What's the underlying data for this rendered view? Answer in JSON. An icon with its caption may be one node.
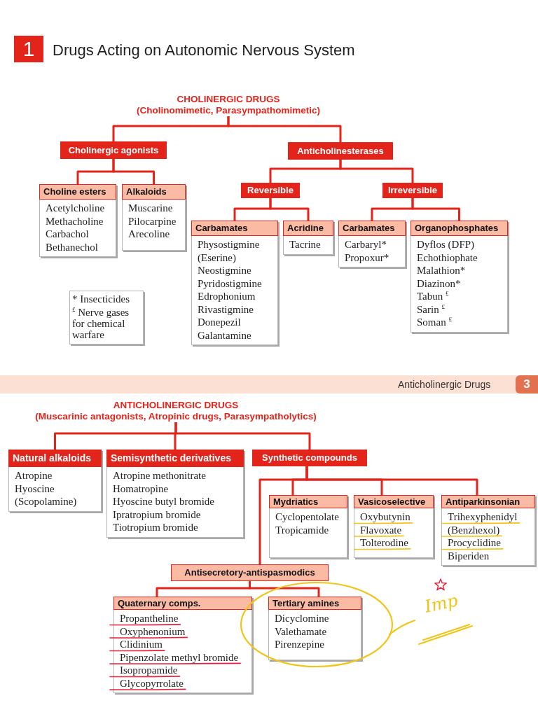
{
  "diagram": {
    "title": "Drugs Acting on Autonomic Nervous System",
    "nodes": [
      {
        "text": [
          "CHOLINERGIC DRUGS",
          "(Cholinomimetic, Parasympathomimetic)"
        ]
      },
      {
        "text": [
          "Cholinergic agonists"
        ]
      },
      {
        "text": [
          "Anticholinesterases"
        ]
      },
      {
        "text": [
          "Choline esters",
          "Acetylcholine",
          "Methacholine",
          "Carbachol",
          "Bethanechol"
        ]
      },
      {
        "text": [
          "Alkaloids",
          "Muscarine",
          "Pilocarpine",
          "Arecoline"
        ]
      },
      {
        "text": [
          "Reversible"
        ]
      },
      {
        "text": [
          "Irreversible"
        ]
      },
      {
        "text": [
          "Carbamates",
          "Physostigmine",
          "(Eserine)",
          "Neostigmine",
          "Pyridostigmine",
          "Edrophonium",
          "Rivastigmine",
          "Donepezil",
          "Galantamine"
        ]
      },
      {
        "text": [
          "Acridine",
          "Tacrine"
        ]
      },
      {
        "text": [
          "Carbamates",
          "Carbaryl*",
          "Propoxur*"
        ]
      },
      {
        "text": [
          "Organophosphates",
          "Dyflos (DFP)",
          "Echothiophate",
          "Malathion*",
          "Diazinon*",
          "Tabun $^{£}$",
          "Sarin $^{£}$",
          "Soman $^{£}$"
        ]
      },
      {
        "text": [
          "* Insecticides",
          "$^{£}$ Nerve gases for chemical warfare"
        ]
      },
      {
        "text": [
          "ANTICHOLINERGIC DRUGS",
          "(Muscarinic antagonists, Atropinic drugs, Parasympatholytics)"
        ]
      },
      {
        "text": [
          "Natural alkaloids",
          "Atropine",
          "Hyoscine",
          "(Scopolamine)"
        ]
      },
      {
        "text": [
          "Semisynthetic derivatives",
          "Atropine methonitrate",
          "Homatropine",
          "Hyoscine butyl bromide",
          "Ipratropium bromide",
          "Tiotropium bromide"
        ]
      },
      {
        "text": [
          "Synthetic compounds"
        ]
      },
      {
        "text": [
          "Mydriatics",
          "Cyclopentolate",
          "Tropicamide"
        ]
      },
      {
        "text": [
          "Vasicoselective",
          "Oxybutynin",
          "Flavoxate",
          "Tolterodine"
        ]
      },
      {
        "text": [
          "Antiparkinsonian",
          "Trihexyphenidyl",
          "(Benzhexol)",
          "Procyclidine",
          "Biperiden"
        ]
      },
      {
        "text": [
          "Antisecretory-antispasmodics"
        ]
      },
      {
        "text": [
          "Quaternary comps.",
          "Propantheline",
          "Oxyphenonium",
          "Clidinium",
          "Pipenzolate methyl bromide",
          "Isopropamide",
          "Glycopyrrolate"
        ]
      },
      {
        "text": [
          "Tertiary amines",
          "Dicyclomine",
          "Valethamate",
          "Pirenzepine"
        ]
      }
    ],
    "edges": [
      {
        "from": 0,
        "to": 1,
        "arrow": "none"
      },
      {
        "from": 0,
        "to": 2,
        "arrow": "none"
      },
      {
        "from": 1,
        "to": 3,
        "arrow": "none"
      },
      {
        "from": 1,
        "to": 4,
        "arrow": "none"
      },
      {
        "from": 2,
        "to": 5,
        "arrow": "none"
      },
      {
        "from": 2,
        "to": 6,
        "arrow": "none"
      },
      {
        "from": 5,
        "to": 7,
        "arrow": "none"
      },
      {
        "from": 5,
        "to": 8,
        "arrow": "none"
      },
      {
        "from": 6,
        "to": 9,
        "arrow": "none"
      },
      {
        "from": 6,
        "to": 10,
        "arrow": "none"
      },
      {
        "from": 12,
        "to": 13,
        "arrow": "none"
      },
      {
        "from": 12,
        "to": 14,
        "arrow": "none"
      },
      {
        "from": 12,
        "to": 15,
        "arrow": "none"
      },
      {
        "from": 15,
        "to": 16,
        "arrow": "none"
      },
      {
        "from": 15,
        "to": 17,
        "arrow": "none"
      },
      {
        "from": 15,
        "to": 18,
        "arrow": "none"
      },
      {
        "from": 15,
        "to": 19,
        "arrow": "none"
      },
      {
        "from": 19,
        "to": 20,
        "arrow": "none"
      },
      {
        "from": 19,
        "to": 21,
        "arrow": "none"
      }
    ],
    "labels": [
      "1",
      "Anticholinergic Drugs",
      "3",
      "Imp"
    ]
  }
}
